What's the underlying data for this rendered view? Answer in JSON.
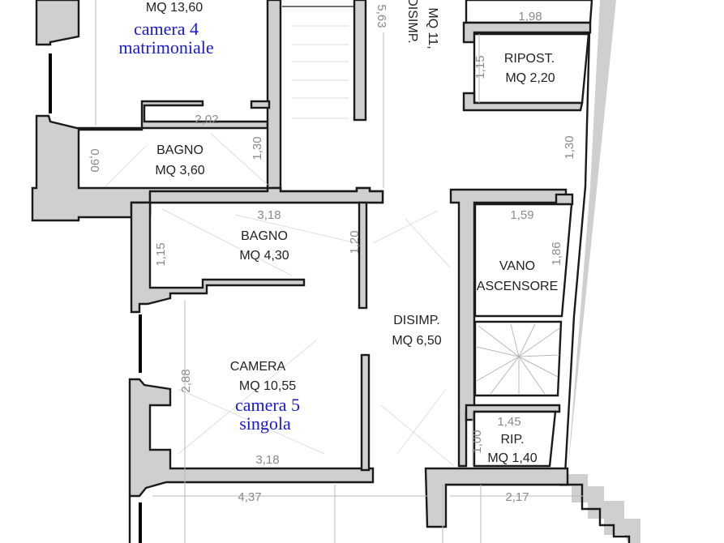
{
  "plan": {
    "rooms": [
      {
        "id": "camera4",
        "area_label": "MQ  13,60",
        "note_line1": "camera 4",
        "note_line2": "matrimoniale"
      },
      {
        "id": "bagno1",
        "name": "BAGNO",
        "area_label": "MQ  3,60"
      },
      {
        "id": "disimp_top",
        "name": "DISIMP.",
        "area_label": "MQ  11,"
      },
      {
        "id": "ripost",
        "name": "RIPOST.",
        "area_label": "MQ  2,20"
      },
      {
        "id": "bagno2",
        "name": "BAGNO",
        "area_label": "MQ  4,30"
      },
      {
        "id": "vano",
        "name_line1": "VANO",
        "name_line2": "ASCENSORE"
      },
      {
        "id": "disimp",
        "name": "DISIMP.",
        "area_label": "MQ  6,50"
      },
      {
        "id": "camera5",
        "name": "CAMERA",
        "area_label": "MQ  10,55",
        "note_line1": "camera 5",
        "note_line2": "singola"
      },
      {
        "id": "rip",
        "name": "RIP.",
        "area_label": "MQ  1,40"
      }
    ],
    "dimensions": {
      "d_563": "5,63",
      "d_198": "1,98",
      "d_115_ripost": "1,15",
      "d_202": "2,02",
      "d_090": "0,90",
      "d_130_bagno": "1,30",
      "d_130_right": "1,30",
      "d_318_top": "3,18",
      "d_115_bagno": "1,15",
      "d_120": "1,20",
      "d_159": "1,59",
      "d_186": "1,86",
      "d_288": "2,88",
      "d_318_bottom": "3,18",
      "d_145": "1,45",
      "d_100": "1,00",
      "d_437": "4,37",
      "d_217": "2,17"
    },
    "colors": {
      "wall_fill": "#cfcfd1",
      "wall_outline": "#1a1a1a",
      "dimension_text": "#8a8a8a",
      "annotation_text": "#1a1acc"
    }
  }
}
